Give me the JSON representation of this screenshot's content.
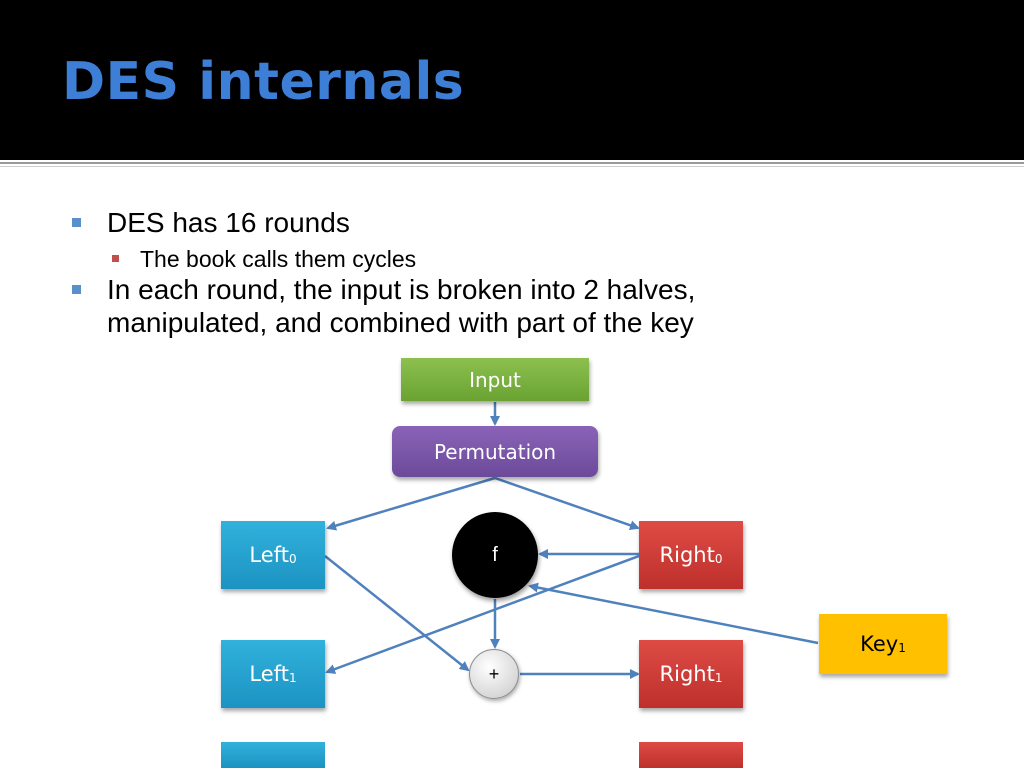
{
  "slide": {
    "title": "DES internals"
  },
  "bullets": {
    "b1": "DES has 16 rounds",
    "b1_sub": "The book calls them cycles",
    "b2_line1": "In each round, the input is broken into 2 halves,",
    "b2_line2": "manipulated, and combined with part of the key"
  },
  "diagram": {
    "input": "Input",
    "permutation": "Permutation",
    "left": "Left",
    "right": "Right",
    "key": "Key",
    "f": "f",
    "plus": "+",
    "sub0": "0",
    "sub1": "1"
  },
  "colors": {
    "title": "#3d7fd6",
    "input": "#7ab342",
    "permutation": "#7b56a8",
    "left": "#28a5d2",
    "right": "#d03e39",
    "key": "#ffc000",
    "arrow": "#4f81bd"
  }
}
